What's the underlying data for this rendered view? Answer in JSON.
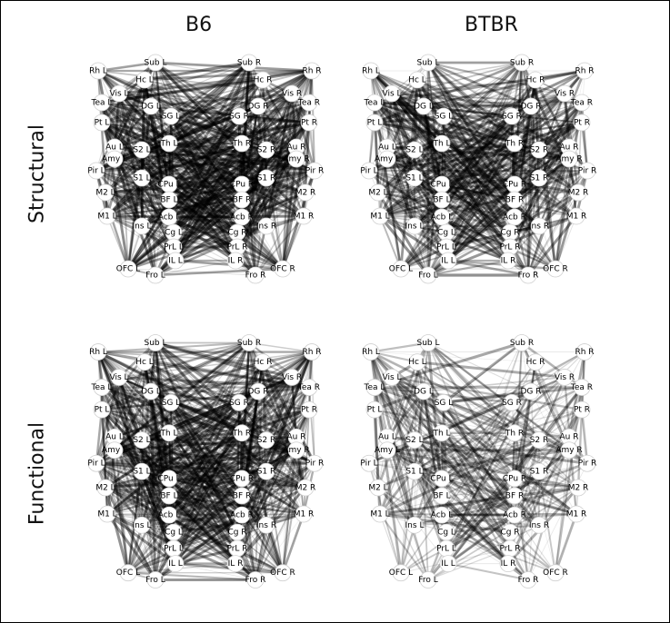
{
  "figure": {
    "columns": [
      "B6",
      "BTBR"
    ],
    "rows": [
      "Structural",
      "Functional"
    ]
  },
  "node_labels": [
    "Sub L",
    "Sub R",
    "Rh L",
    "Rh R",
    "Hc L",
    "Hc R",
    "Vis L",
    "Vis R",
    "Tea L",
    "Tea R",
    "DG L",
    "DG R",
    "Pt L",
    "Pt R",
    "SG L",
    "SG R",
    "Th L",
    "Th R",
    "Au L",
    "Au R",
    "S2 L",
    "S2 R",
    "Amy L",
    "Amy R",
    "Pir L",
    "Pir R",
    "S1 L",
    "S1 R",
    "CPu L",
    "CPu R",
    "M2 L",
    "M2 R",
    "BF L",
    "BF R",
    "M1 L",
    "M1 R",
    "Acb L",
    "Acb R",
    "Ins L",
    "Ins R",
    "Cg L",
    "Cg R",
    "PrL L",
    "PrL R",
    "IL L",
    "IL R",
    "OFC L",
    "OFC R",
    "Fro L",
    "Fro R"
  ],
  "panels": [
    {
      "id": "b6-structural",
      "column": "B6",
      "row": "Structural",
      "density": 0.55,
      "intensity": 0.85
    },
    {
      "id": "btbr-structural",
      "column": "BTBR",
      "row": "Structural",
      "density": 0.45,
      "intensity": 0.8
    },
    {
      "id": "b6-functional",
      "column": "B6",
      "row": "Functional",
      "density": 0.6,
      "intensity": 0.8
    },
    {
      "id": "btbr-functional",
      "column": "BTBR",
      "row": "Functional",
      "density": 0.3,
      "intensity": 0.6
    }
  ],
  "colors": {
    "edge": "#000000",
    "node_fill": "#ffffff",
    "node_stroke": "#cfcfcf"
  }
}
